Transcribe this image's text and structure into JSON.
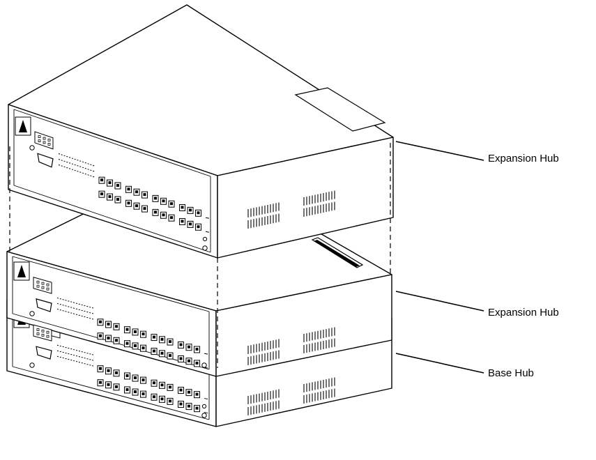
{
  "labels": {
    "top": "Expansion Hub",
    "middle": "Expansion Hub",
    "bottom": "Base Hub"
  }
}
